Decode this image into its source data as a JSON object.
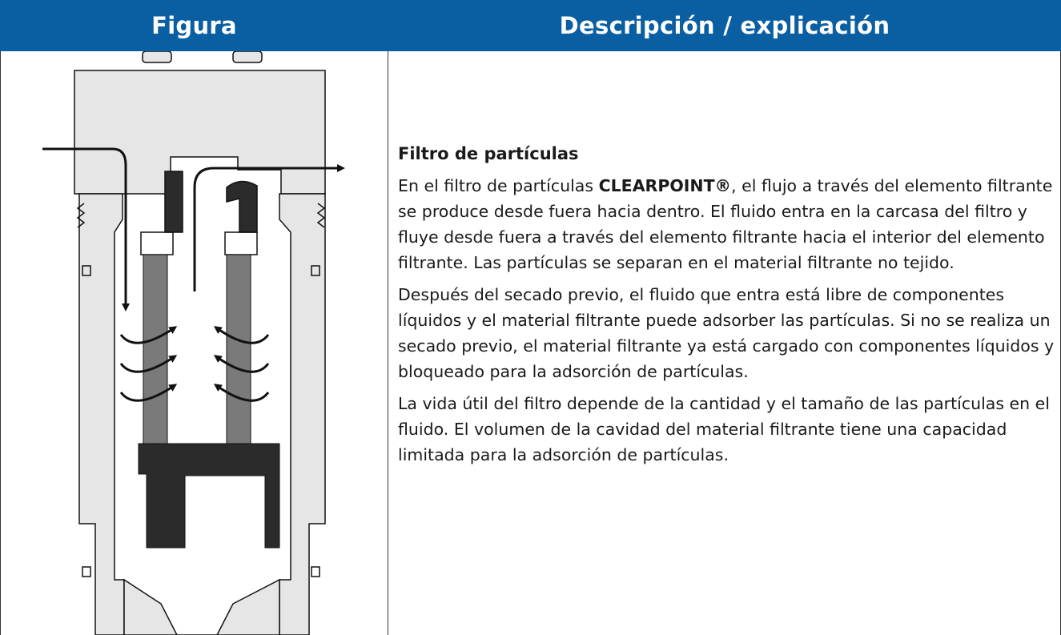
{
  "header": {
    "figure_label": "Figura",
    "description_label": "Descripción / explicación"
  },
  "description": {
    "title": "Filtro de partículas",
    "p1_before": "En el filtro de partículas ",
    "p1_brand": "CLEARPOINT®",
    "p1_after": ", el flujo a través del elemento filtrante se produce desde fuera hacia dentro. El fluido entra en la carcasa del filtro y fluye desde fuera a través del elemento filtrante hacia el interior del elemento filtrante. Las partículas se separan en el material filtrante no tejido.",
    "p2": "Después del secado previo, el fluido que entra está libre de componentes líquidos y el material filtrante puede adsorber las partículas. Si no se realiza un secado previo, el material filtrante ya está cargado con componentes líquidos y bloqueado para la adsorción de partículas.",
    "p3": "La vida útil del filtro depende de la cantidad y el tamaño de las partículas en el fluido. El volumen de la cavidad del material filtrante tiene una capacidad limitada para la adsorción de partículas."
  },
  "colors": {
    "header_bg": "#0a5ea2",
    "housing_fill": "#e6e6e6",
    "element_fill": "#7a7a7a",
    "cap_fill": "#2b2b2b"
  }
}
